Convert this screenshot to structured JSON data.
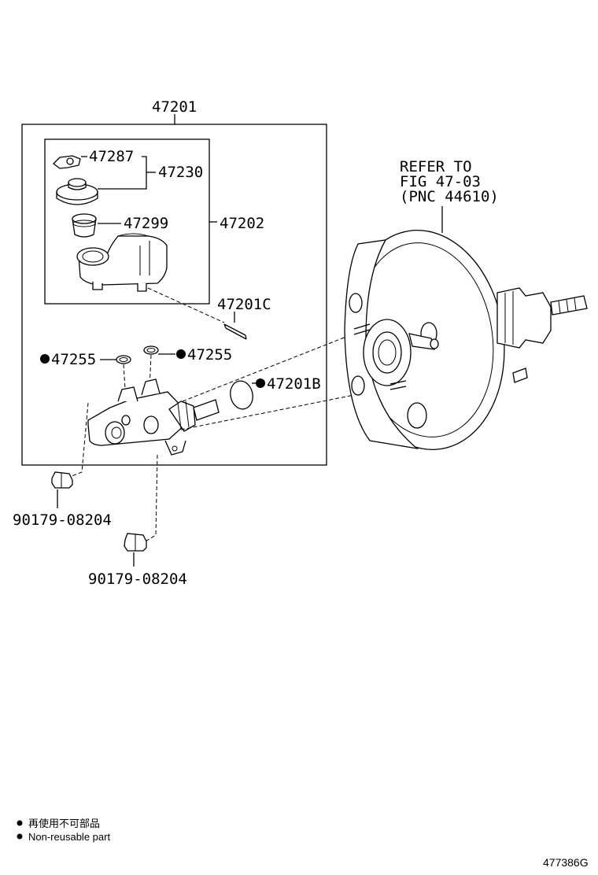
{
  "labels": {
    "assy_main": "47201",
    "reservoir_assy": "47202",
    "cap_assy": "47230",
    "cap_tab": "47287",
    "strainer": "47299",
    "pin": "47201C",
    "gasket_left": "47255",
    "gasket_right": "47255",
    "o_ring": "47201B",
    "plug_upper": "90179-08204",
    "plug_lower": "90179-08204"
  },
  "booster_note": {
    "line1": "REFER TO",
    "line2": "FIG 47-03",
    "line3": "(PNC 44610)"
  },
  "legend": {
    "jp": "再使用不可部品",
    "en": "Non-reusable part"
  },
  "figure_id": "477386G",
  "non_reusable_parts": [
    "47255",
    "47201B"
  ]
}
